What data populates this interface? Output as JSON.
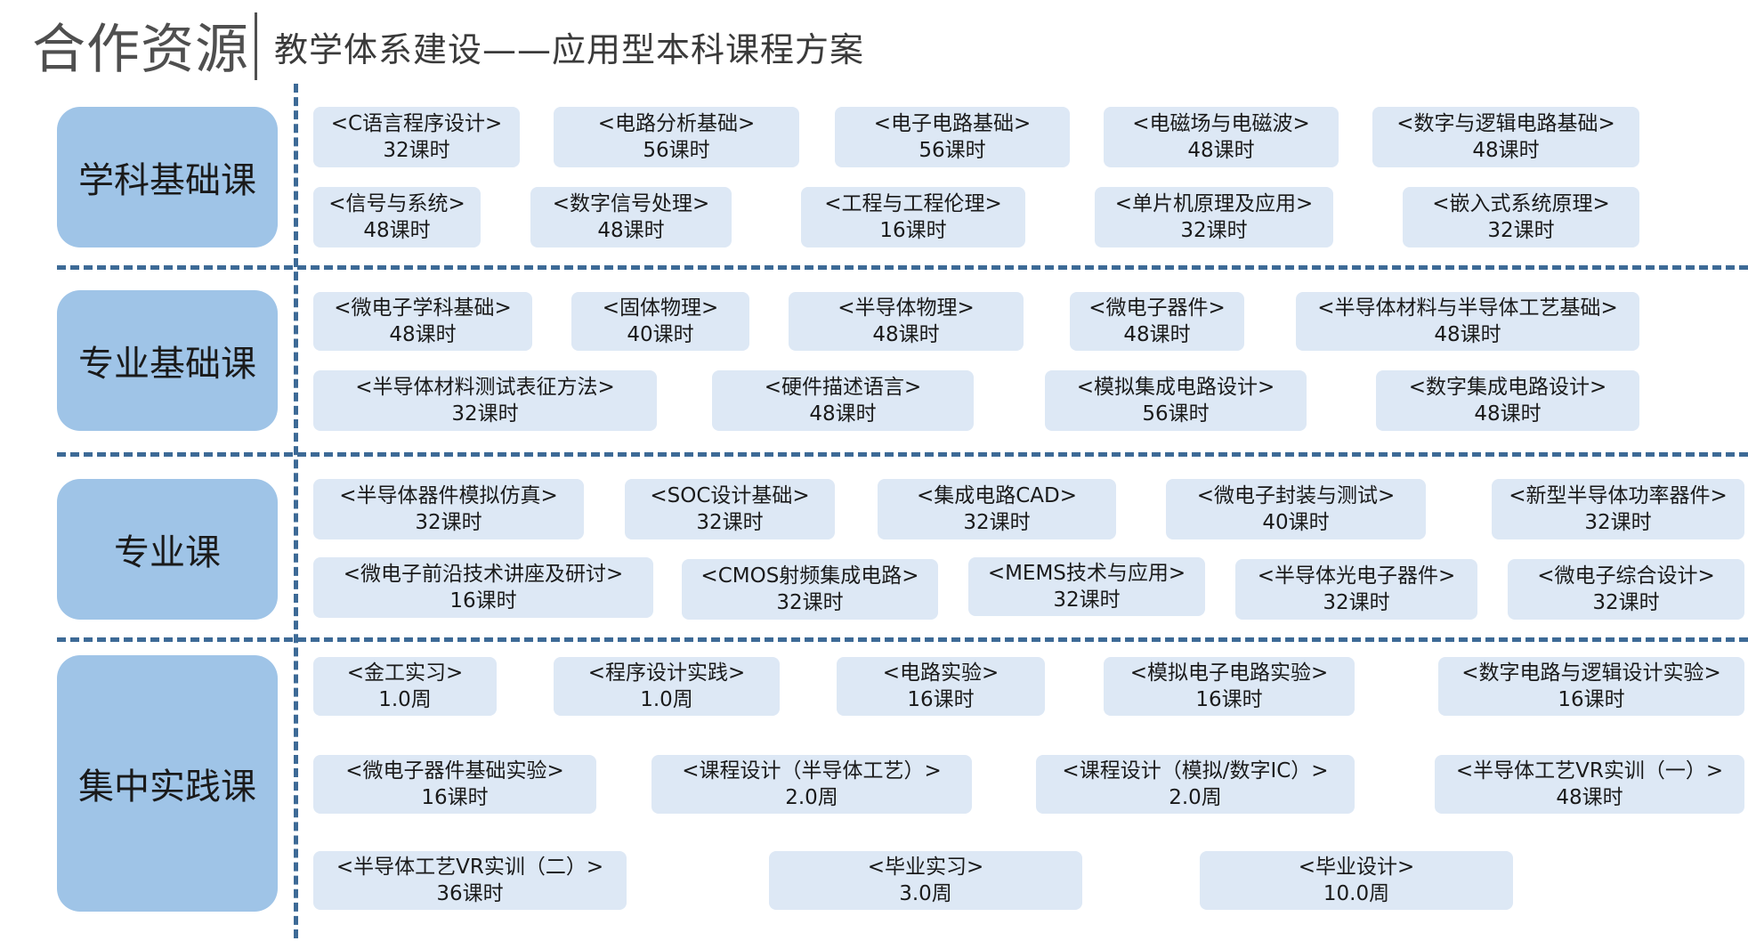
{
  "header": {
    "brand": "合作资源",
    "subtitle": "教学体系建设——应用型本科课程方案"
  },
  "categories": [
    "学科基础课",
    "专业基础课",
    "专业课",
    "集中实践课"
  ],
  "courses": [
    {
      "name": "<C语言程序设计>",
      "hours": "32课时"
    },
    {
      "name": "<电路分析基础>",
      "hours": "56课时"
    },
    {
      "name": "<电子电路基础>",
      "hours": "56课时"
    },
    {
      "name": "<电磁场与电磁波>",
      "hours": "48课时"
    },
    {
      "name": "<数字与逻辑电路基础>",
      "hours": "48课时"
    },
    {
      "name": "<信号与系统>",
      "hours": "48课时"
    },
    {
      "name": "<数字信号处理>",
      "hours": "48课时"
    },
    {
      "name": "<工程与工程伦理>",
      "hours": "16课时"
    },
    {
      "name": "<单片机原理及应用>",
      "hours": "32课时"
    },
    {
      "name": "<嵌入式系统原理>",
      "hours": "32课时"
    },
    {
      "name": "<微电子学科基础>",
      "hours": "48课时"
    },
    {
      "name": "<固体物理>",
      "hours": "40课时"
    },
    {
      "name": "<半导体物理>",
      "hours": "48课时"
    },
    {
      "name": "<微电子器件>",
      "hours": "48课时"
    },
    {
      "name": "<半导体材料与半导体工艺基础>",
      "hours": "48课时"
    },
    {
      "name": "<半导体材料测试表征方法>",
      "hours": "32课时"
    },
    {
      "name": "<硬件描述语言>",
      "hours": "48课时"
    },
    {
      "name": "<模拟集成电路设计>",
      "hours": "56课时"
    },
    {
      "name": "<数字集成电路设计>",
      "hours": "48课时"
    },
    {
      "name": "<半导体器件模拟仿真>",
      "hours": "32课时"
    },
    {
      "name": "<SOC设计基础>",
      "hours": "32课时"
    },
    {
      "name": "<集成电路CAD>",
      "hours": "32课时"
    },
    {
      "name": "<微电子封装与测试>",
      "hours": "40课时"
    },
    {
      "name": "<新型半导体功率器件>",
      "hours": "32课时"
    },
    {
      "name": "<微电子前沿技术讲座及研讨>",
      "hours": "16课时"
    },
    {
      "name": "<CMOS射频集成电路>",
      "hours": "32课时"
    },
    {
      "name": "<MEMS技术与应用>",
      "hours": "32课时"
    },
    {
      "name": "<半导体光电子器件>",
      "hours": "32课时"
    },
    {
      "name": "<微电子综合设计>",
      "hours": "32课时"
    },
    {
      "name": "<金工实习>",
      "hours": "1.0周"
    },
    {
      "name": "<程序设计实践>",
      "hours": "1.0周"
    },
    {
      "name": "<电路实验>",
      "hours": "16课时"
    },
    {
      "name": "<模拟电子电路实验>",
      "hours": "16课时"
    },
    {
      "name": "<数字电路与逻辑设计实验>",
      "hours": "16课时"
    },
    {
      "name": "<微电子器件基础实验>",
      "hours": "16课时"
    },
    {
      "name": "<课程设计（半导体工艺）>",
      "hours": "2.0周"
    },
    {
      "name": "<课程设计（模拟/数字IC）>",
      "hours": "2.0周"
    },
    {
      "name": "<半导体工艺VR实训（一）>",
      "hours": "48课时"
    },
    {
      "name": "<半导体工艺VR实训（二）>",
      "hours": "36课时"
    },
    {
      "name": "<毕业实习>",
      "hours": "3.0周"
    },
    {
      "name": "<毕业设计>",
      "hours": "10.0周"
    }
  ]
}
